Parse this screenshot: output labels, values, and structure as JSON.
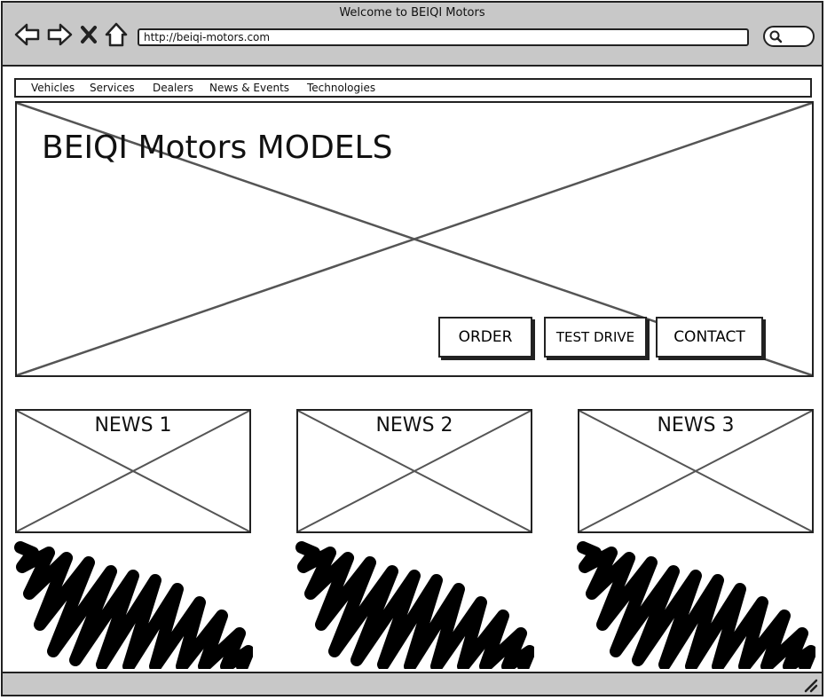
{
  "window": {
    "title": "Welcome to BEIQI Motors"
  },
  "browser": {
    "url": "http://beiqi-motors.com",
    "back_icon": "back-arrow-icon",
    "forward_icon": "forward-arrow-icon",
    "stop_icon": "close-icon",
    "home_icon": "home-icon",
    "search_icon": "search-icon"
  },
  "nav": {
    "items": [
      {
        "label": "Vehicles"
      },
      {
        "label": "Services"
      },
      {
        "label": "Dealers"
      },
      {
        "label": "News & Events"
      },
      {
        "label": "Technologies"
      }
    ]
  },
  "hero": {
    "title": "BEIQI Motors MODELS",
    "buttons": [
      {
        "label": "ORDER"
      },
      {
        "label": "TEST DRIVE"
      },
      {
        "label": "CONTACT"
      }
    ]
  },
  "news": [
    {
      "title": "NEWS 1"
    },
    {
      "title": "NEWS 2"
    },
    {
      "title": "NEWS 3"
    }
  ],
  "colors": {
    "chrome": "#c8c8c8",
    "stroke": "#222222",
    "background": "#ffffff"
  }
}
